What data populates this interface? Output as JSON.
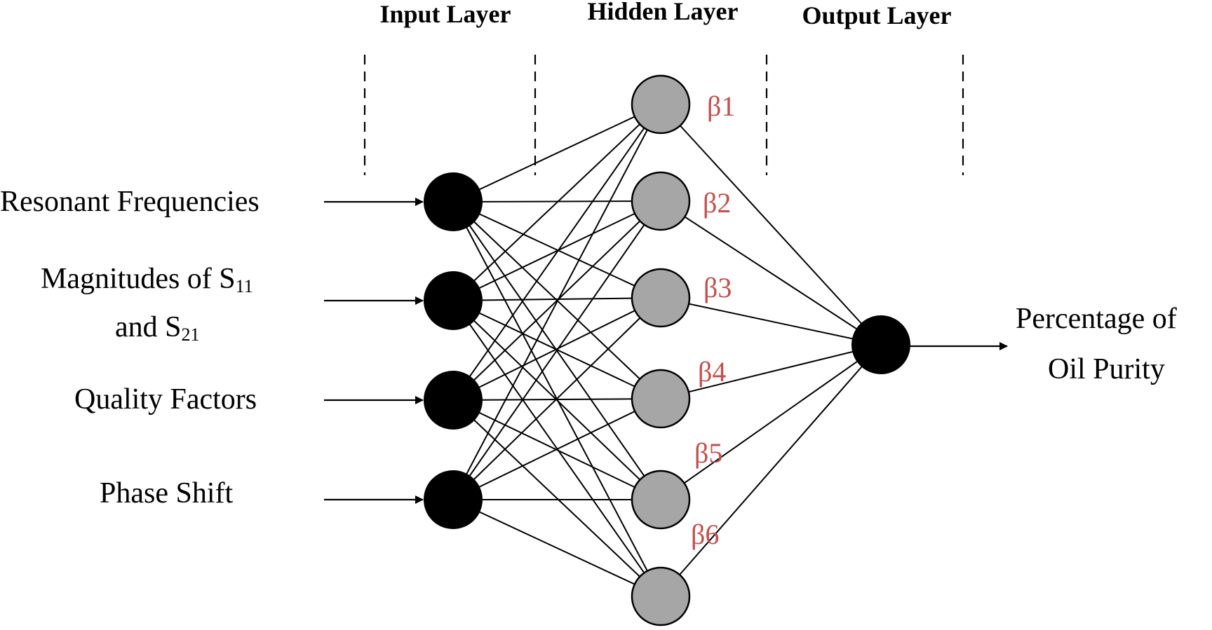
{
  "headers": {
    "input": "Input Layer",
    "hidden": "Hidden Layer",
    "output": "Output Layer"
  },
  "inputs": [
    {
      "lines": [
        "Resonant Frequencies"
      ]
    },
    {
      "lines": [
        "Magnitudes of S",
        "and S"
      ],
      "subscripts": [
        "11",
        "21"
      ]
    },
    {
      "lines": [
        "Quality Factors"
      ]
    },
    {
      "lines": [
        "Phase Shift"
      ]
    }
  ],
  "weights": [
    "β1",
    "β2",
    "β3",
    "β4",
    "β5",
    "β6"
  ],
  "output_label": [
    "Percentage of",
    "Oil Purity"
  ],
  "colors": {
    "input_node": "#000000",
    "hidden_node": "#a6a6a6",
    "output_node": "#000000",
    "beta_text": "#c0504d",
    "line": "#000000"
  }
}
